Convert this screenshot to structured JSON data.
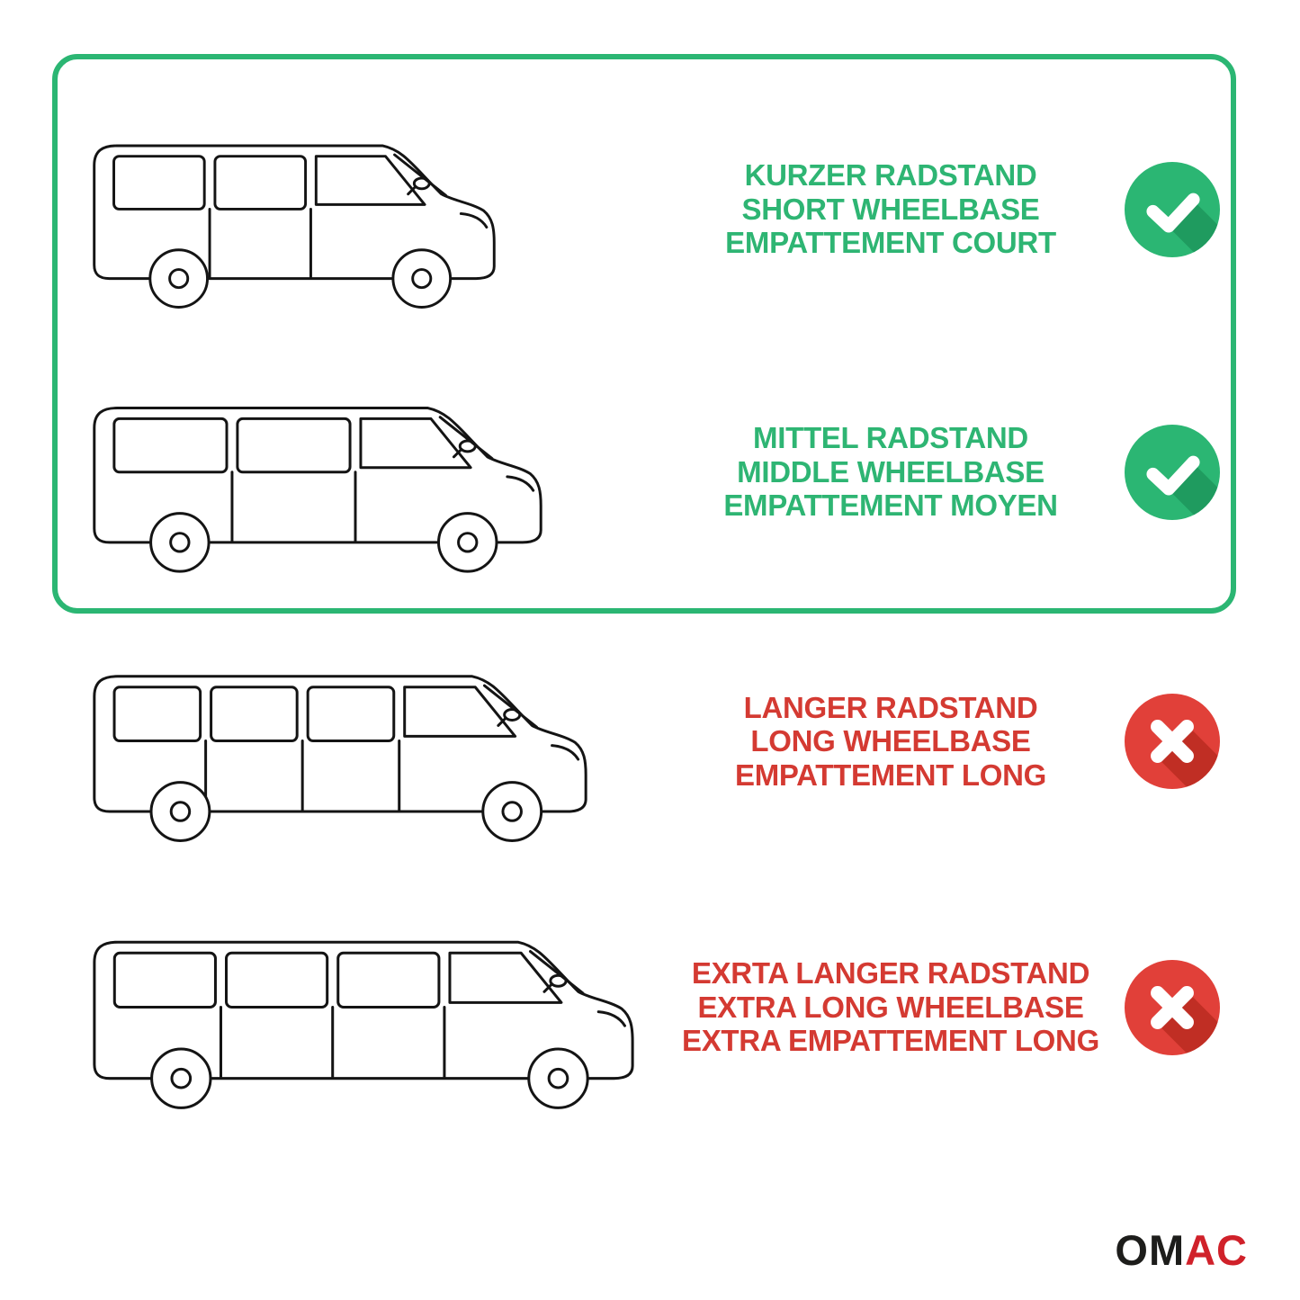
{
  "included_box": {
    "border_color": "#2bb673"
  },
  "rows": [
    {
      "id": "short-wheelbase",
      "lines": [
        "KURZER RADSTAND",
        "SHORT WHEELBASE",
        "EMPATTEMENT COURT"
      ],
      "text_color": "#2eb573",
      "status": "check"
    },
    {
      "id": "middle-wheelbase",
      "lines": [
        "MITTEL RADSTAND",
        "MIDDLE WHEELBASE",
        "EMPATTEMENT MOYEN"
      ],
      "text_color": "#2eb573",
      "status": "check"
    },
    {
      "id": "long-wheelbase",
      "lines": [
        "LANGER RADSTAND",
        "LONG WHEELBASE",
        "EMPATTEMENT LONG"
      ],
      "text_color": "#d43a32",
      "status": "cross"
    },
    {
      "id": "extra-long-wheelbase",
      "lines": [
        "EXRTA LANGER RADSTAND",
        "EXTRA LONG WHEELBASE",
        "EXTRA EMPATTEMENT LONG"
      ],
      "text_color": "#d43a32",
      "status": "cross"
    }
  ],
  "icons": {
    "check": {
      "name": "check-icon",
      "color": "#2bb673",
      "shadow": "#1f9b5f",
      "glyph_color": "#ffffff"
    },
    "cross": {
      "name": "cross-icon",
      "color": "#e14039",
      "shadow": "#c02e24",
      "glyph_color": "#ffffff"
    }
  },
  "logo": {
    "text_primary": "OM",
    "text_secondary": "AC",
    "primary_color": "#1d1d1b",
    "secondary_color": "#d0212a"
  }
}
